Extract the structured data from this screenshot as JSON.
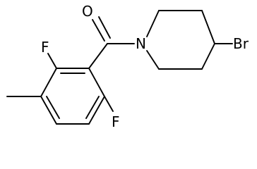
{
  "molecule": {
    "atoms": {
      "oxygen": "O",
      "nitrogen": "N",
      "bromine": "Br",
      "fluorine_top": "F",
      "fluorine_bottom": "F"
    }
  }
}
